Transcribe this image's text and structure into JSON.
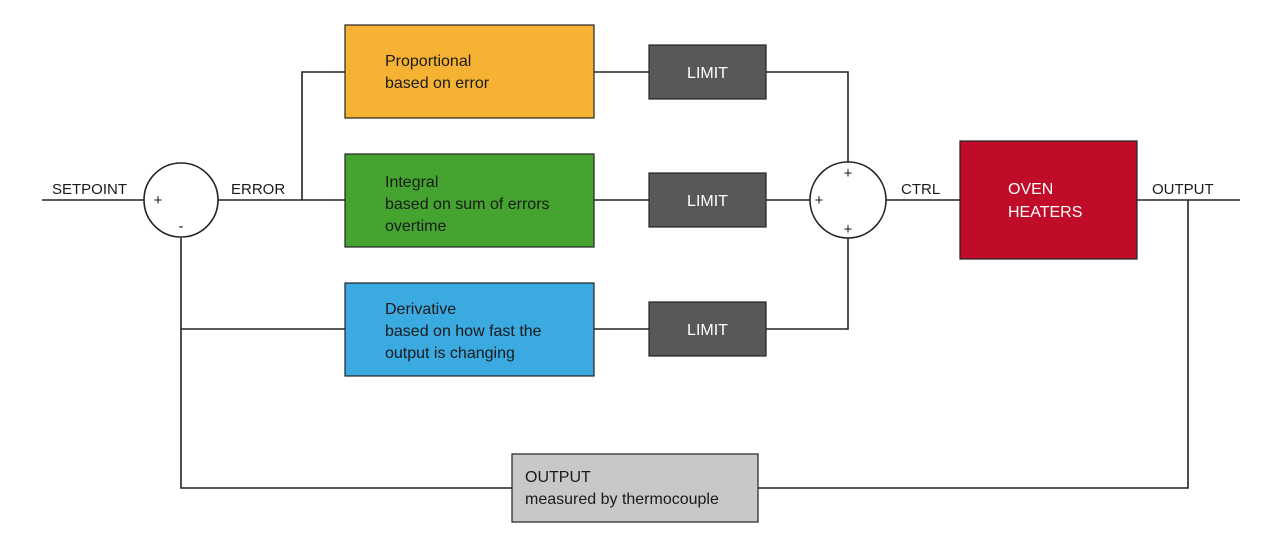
{
  "labels": {
    "setpoint": "SETPOINT",
    "error": "ERROR",
    "ctrl": "CTRL",
    "output": "OUTPUT"
  },
  "signs": {
    "sum1_plus": "+",
    "sum1_minus": "-",
    "sum2_top": "+",
    "sum2_left": "+",
    "sum2_bottom": "+"
  },
  "blocks": {
    "proportional": {
      "line1": "Proportional",
      "line2": "based on error",
      "color": "#f6b333"
    },
    "integral": {
      "line1": "Integral",
      "line2": "based on sum of errors",
      "line3": "overtime",
      "color": "#44a42f"
    },
    "derivative": {
      "line1": "Derivative",
      "line2": "based on how fast the",
      "line3": "output is changing",
      "color": "#3aaae1"
    },
    "oven": {
      "line1": "OVEN",
      "line2": "HEATERS",
      "color": "#c00c28"
    },
    "feedback": {
      "line1": "OUTPUT",
      "line2": "measured by thermocouple",
      "color": "#c8c8c9"
    }
  },
  "limits": {
    "label": "LIMIT",
    "color": "#58585a"
  }
}
